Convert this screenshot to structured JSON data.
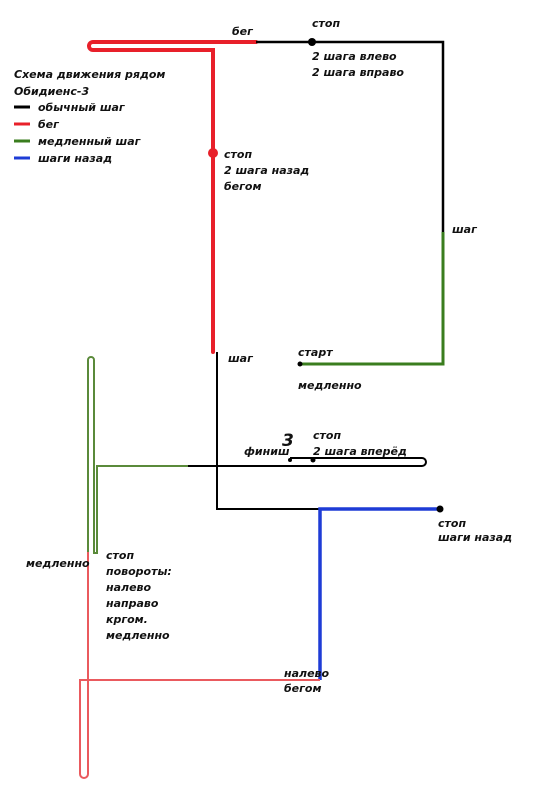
{
  "legend": {
    "title_line1": "Схема движения рядом",
    "title_line2": "Обидиенс-3",
    "items": [
      {
        "label": "обычный шаг",
        "color": "#000000"
      },
      {
        "label": "бег",
        "color": "#e8202a"
      },
      {
        "label": "медленный шаг",
        "color": "#3a7d1e"
      },
      {
        "label": "шаги назад",
        "color": "#1e3cd6"
      }
    ]
  },
  "colors": {
    "walk": "#000000",
    "run": "#e8202a",
    "run_light": "#ea5a5e",
    "slow": "#3a7d1e",
    "slow_light": "#5a8a3a",
    "back": "#1e3cd6"
  },
  "labels": {
    "run_top": "бег",
    "stop_top": "стоп",
    "stop_top_line2": "2 шага влево",
    "stop_top_line3": "2 шага вправо",
    "walk_right": "шаг",
    "stop_mid": "стоп",
    "stop_mid_line2": "2 шага назад",
    "stop_mid_line3": "бегом",
    "walk_mid": "шаг",
    "start": "старт",
    "start_slow": "медленно",
    "three": "3",
    "finish": "финиш",
    "stop_forward": "стоп",
    "stop_forward_line2": "2 шага вперёд",
    "stop_back": "стоп",
    "stop_back_line2": "шаги назад",
    "slow_left": "медленно",
    "turns_line1": "стоп",
    "turns_line2": "повороты:",
    "turns_line3": "налево",
    "turns_line4": "направо",
    "turns_line5": "кргом.",
    "turns_line6": "медленно",
    "left_run_line1": "налево",
    "left_run_line2": "бегом"
  }
}
